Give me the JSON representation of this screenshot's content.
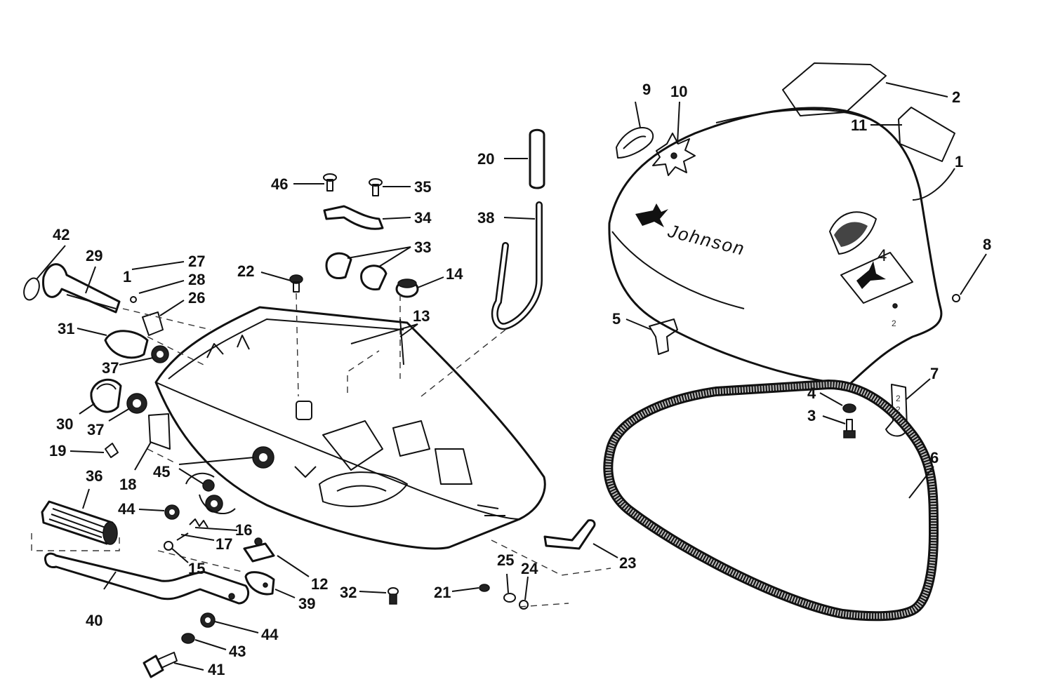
{
  "diagram": {
    "brand": "Johnson",
    "model_badge": "4",
    "parts": [
      {
        "id": "p1a",
        "number": "1"
      },
      {
        "id": "p1b",
        "number": "1"
      },
      {
        "id": "p2",
        "number": "2"
      },
      {
        "id": "p3",
        "number": "3"
      },
      {
        "id": "p4",
        "number": "4"
      },
      {
        "id": "p5",
        "number": "5"
      },
      {
        "id": "p6",
        "number": "6"
      },
      {
        "id": "p7",
        "number": "7"
      },
      {
        "id": "p8",
        "number": "8"
      },
      {
        "id": "p9",
        "number": "9"
      },
      {
        "id": "p10",
        "number": "10"
      },
      {
        "id": "p11",
        "number": "11"
      },
      {
        "id": "p12",
        "number": "12"
      },
      {
        "id": "p13",
        "number": "13"
      },
      {
        "id": "p14",
        "number": "14"
      },
      {
        "id": "p15",
        "number": "15"
      },
      {
        "id": "p16",
        "number": "16"
      },
      {
        "id": "p17",
        "number": "17"
      },
      {
        "id": "p18",
        "number": "18"
      },
      {
        "id": "p19",
        "number": "19"
      },
      {
        "id": "p20",
        "number": "20"
      },
      {
        "id": "p21",
        "number": "21"
      },
      {
        "id": "p22",
        "number": "22"
      },
      {
        "id": "p23",
        "number": "23"
      },
      {
        "id": "p24",
        "number": "24"
      },
      {
        "id": "p25",
        "number": "25"
      },
      {
        "id": "p26",
        "number": "26"
      },
      {
        "id": "p27",
        "number": "27"
      },
      {
        "id": "p28",
        "number": "28"
      },
      {
        "id": "p29",
        "number": "29"
      },
      {
        "id": "p30",
        "number": "30"
      },
      {
        "id": "p31",
        "number": "31"
      },
      {
        "id": "p32",
        "number": "32"
      },
      {
        "id": "p33",
        "number": "33"
      },
      {
        "id": "p34",
        "number": "34"
      },
      {
        "id": "p35",
        "number": "35"
      },
      {
        "id": "p36",
        "number": "36"
      },
      {
        "id": "p37a",
        "number": "37"
      },
      {
        "id": "p37b",
        "number": "37"
      },
      {
        "id": "p38",
        "number": "38"
      },
      {
        "id": "p39",
        "number": "39"
      },
      {
        "id": "p40",
        "number": "40"
      },
      {
        "id": "p41",
        "number": "41"
      },
      {
        "id": "p42",
        "number": "42"
      },
      {
        "id": "p43",
        "number": "43"
      },
      {
        "id": "p44a",
        "number": "44"
      },
      {
        "id": "p44b",
        "number": "44"
      },
      {
        "id": "p45",
        "number": "45"
      },
      {
        "id": "p46",
        "number": "46"
      }
    ]
  }
}
